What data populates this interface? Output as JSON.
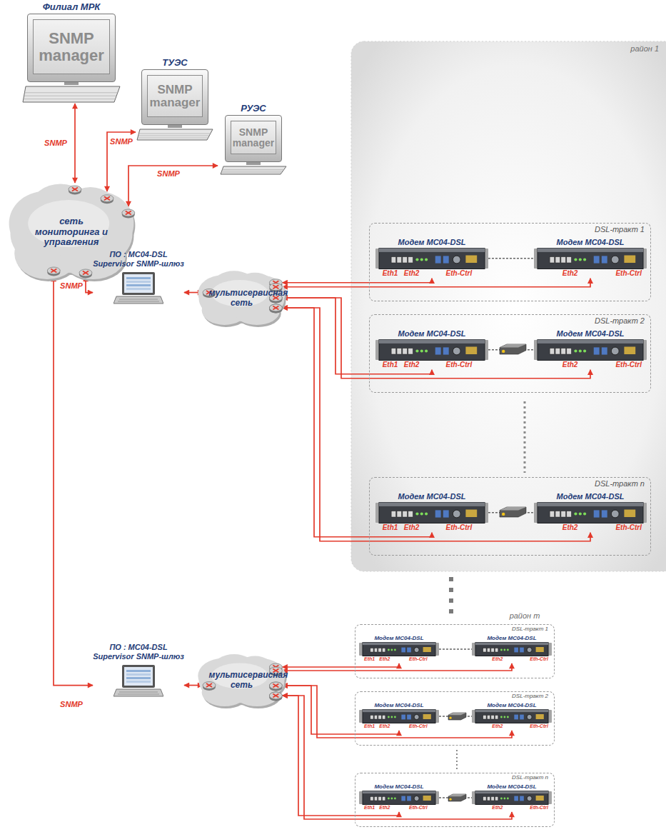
{
  "diagram": {
    "nodes": [
      {
        "text": [
          "Филиал МРК",
          "SNMP manager"
        ]
      },
      {
        "text": [
          "ТУЭС",
          "SNMP manager"
        ]
      },
      {
        "text": [
          "РУЭС",
          "SNMP manager"
        ]
      },
      {
        "text": [
          "сеть мониторинга и управления"
        ]
      },
      {
        "text": [
          "ПО : MC04-DSL Supervisor SNMP-шлюз"
        ]
      },
      {
        "text": [
          "мультисервисная сеть"
        ]
      },
      {
        "text": [
          "район 1"
        ]
      },
      {
        "text": [
          "DSL-тракт 1"
        ],
        "in": 6
      },
      {
        "text": [
          "Модем МС04-DSL",
          "Eth1",
          "Eth2",
          "Eth-Ctrl"
        ],
        "in": 7
      },
      {
        "text": [
          "Модем МС04-DSL",
          "Eth2",
          "Eth-Ctrl"
        ],
        "in": 7
      },
      {
        "text": [
          "DSL-тракт 2"
        ],
        "in": 6
      },
      {
        "text": [
          "Модем МС04-DSL",
          "Eth1",
          "Eth2",
          "Eth-Ctrl"
        ],
        "in": 10
      },
      {
        "text": [
          "Модем МС04-DSL",
          "Eth2",
          "Eth-Ctrl"
        ],
        "in": 10
      },
      {
        "text": [
          "DSL-тракт n"
        ],
        "in": 6
      },
      {
        "text": [
          "Модем МС04-DSL",
          "Eth1",
          "Eth2",
          "Eth-Ctrl"
        ],
        "in": 13
      },
      {
        "text": [
          "Модем МС04-DSL",
          "Eth2",
          "Eth-Ctrl"
        ],
        "in": 13
      },
      {
        "text": [
          "ПО : MC04-DSL Supervisor SNMP-шлюз"
        ]
      },
      {
        "text": [
          "мультисервисная сеть"
        ]
      },
      {
        "text": [
          "DSL-тракт 1"
        ]
      },
      {
        "text": [
          "Модем МС04-DSL",
          "Eth1",
          "Eth2",
          "Eth-Ctrl"
        ],
        "in": 18
      },
      {
        "text": [
          "Модем МС04-DSL",
          "Eth2",
          "Eth-Ctrl"
        ],
        "in": 18
      },
      {
        "text": [
          "DSL-тракт 2"
        ]
      },
      {
        "text": [
          "Модем МС04-DSL",
          "Eth1",
          "Eth2",
          "Eth-Ctrl"
        ],
        "in": 21
      },
      {
        "text": [
          "Модем МС04-DSL",
          "Eth2",
          "Eth-Ctrl"
        ],
        "in": 21
      },
      {
        "text": [
          "DSL-тракт n"
        ]
      },
      {
        "text": [
          "Модем МС04-DSL",
          "Eth1",
          "Eth2",
          "Eth-Ctrl"
        ],
        "in": 24
      },
      {
        "text": [
          "Модем МС04-DSL",
          "Eth2",
          "Eth-Ctrl"
        ],
        "in": 24
      }
    ],
    "edges": [
      {
        "from": 0,
        "to": 3,
        "label": "SNMP",
        "arrow": "both"
      },
      {
        "from": 1,
        "to": 3,
        "label": "SNMP",
        "arrow": "both"
      },
      {
        "from": 2,
        "to": 3,
        "label": "SNMP",
        "arrow": "both"
      },
      {
        "from": 3,
        "to": 4,
        "label": "SNMP",
        "arrow": "both"
      },
      {
        "from": 4,
        "to": 5,
        "arrow": "both"
      },
      {
        "from": 3,
        "to": 16,
        "label": "SNMP",
        "arrow": "both"
      },
      {
        "from": 16,
        "to": 17,
        "arrow": "both"
      },
      {
        "from": 5,
        "to": 8,
        "arrow": "both"
      },
      {
        "from": 5,
        "to": 9,
        "arrow": "both"
      },
      {
        "from": 8,
        "to": 9,
        "arrow": "none"
      },
      {
        "from": 5,
        "to": 11,
        "arrow": "both"
      },
      {
        "from": 5,
        "to": 12,
        "arrow": "both"
      },
      {
        "from": 11,
        "to": 12,
        "arrow": "none"
      },
      {
        "from": 5,
        "to": 14,
        "arrow": "both"
      },
      {
        "from": 5,
        "to": 15,
        "arrow": "both"
      },
      {
        "from": 14,
        "to": 15,
        "arrow": "none"
      },
      {
        "from": 17,
        "to": 19,
        "arrow": "both"
      },
      {
        "from": 17,
        "to": 20,
        "arrow": "both"
      },
      {
        "from": 19,
        "to": 20,
        "arrow": "none"
      },
      {
        "from": 17,
        "to": 22,
        "arrow": "both"
      },
      {
        "from": 17,
        "to": 23,
        "arrow": "both"
      },
      {
        "from": 22,
        "to": 23,
        "arrow": "none"
      },
      {
        "from": 17,
        "to": 25,
        "arrow": "both"
      },
      {
        "from": 17,
        "to": 26,
        "arrow": "both"
      },
      {
        "from": 25,
        "to": 26,
        "arrow": "none"
      }
    ],
    "labels": [
      "район m"
    ]
  }
}
